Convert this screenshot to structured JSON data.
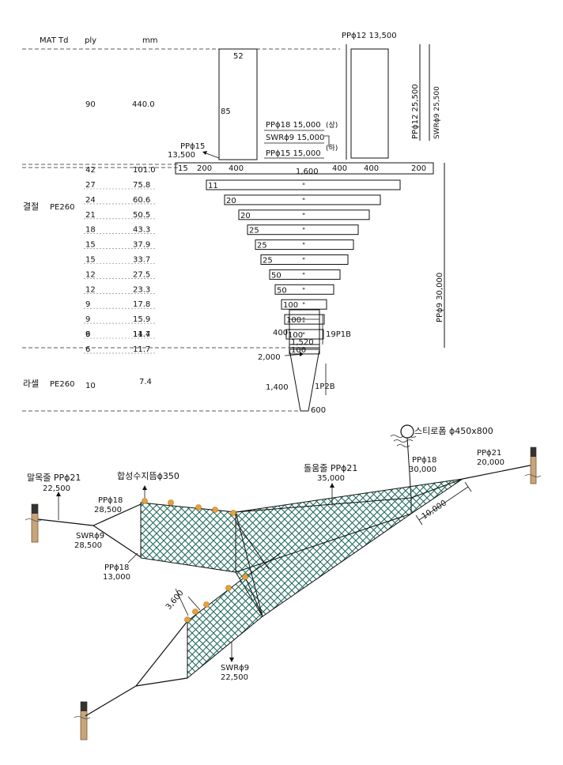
{
  "header": {
    "col_mat": "MAT Td",
    "col_ply": "ply",
    "col_mm": "mm"
  },
  "wing_section": {
    "ply": "90",
    "mm": "440.0",
    "box_top_label": "52",
    "box_side_label": "85",
    "top_right_rope": "PPϕ12 13,500",
    "vertical_rope_1": "PPϕ12 25,500",
    "vertical_rope_2": "SWRϕ9 25,500",
    "rope_pp18": "PPϕ18 15,000",
    "rope_pp18_tag": "(상)",
    "rope_swr9": "SWRϕ9 15,000",
    "rope_pp15": "PPϕ15 15,000",
    "rope_pp15_tag": "(하)",
    "left_rope_a": "PPϕ15",
    "left_rope_b": "13,500"
  },
  "body_section": {
    "material_label": "결절",
    "material": "PE260",
    "top_row_numbers": [
      "15",
      "200",
      "400",
      "1,600",
      "400",
      "400",
      "200"
    ],
    "rows": [
      {
        "ply": "42",
        "mm": "101.0",
        "label": ""
      },
      {
        "ply": "27",
        "mm": "75.8",
        "label": "11"
      },
      {
        "ply": "24",
        "mm": "60.6",
        "label": "20"
      },
      {
        "ply": "21",
        "mm": "50.5",
        "label": "20"
      },
      {
        "ply": "18",
        "mm": "43.3",
        "label": "25"
      },
      {
        "ply": "15",
        "mm": "37.9",
        "label": "25"
      },
      {
        "ply": "15",
        "mm": "33.7",
        "label": "25"
      },
      {
        "ply": "12",
        "mm": "27.5",
        "label": "50"
      },
      {
        "ply": "12",
        "mm": "23.3",
        "label": "50"
      },
      {
        "ply": "9",
        "mm": "17.8",
        "label": "100"
      },
      {
        "ply": "9",
        "mm": "15.9",
        "label": "100"
      },
      {
        "ply": "9",
        "mm": "14.4",
        "label": "100"
      },
      {
        "ply": "6",
        "mm": "11.7",
        "label": "100"
      },
      {
        "ply": "6",
        "mm": "11.7",
        "label": "400"
      }
    ],
    "ditto": "\"",
    "bottom_value": "1,520",
    "side_code": "19P1B",
    "right_rope": "PPϕ9 30,000"
  },
  "cod_section": {
    "material_label": "라셀",
    "material": "PE260",
    "ply": "10",
    "mm": "7.4",
    "top_value": "2,000",
    "left_value": "1,400",
    "code": "1P2B",
    "bottom_value": "600"
  },
  "net_drawing": {
    "buoy": "스티로폼 ϕ450x800",
    "rope_pp18_30000_a": "PPϕ18",
    "rope_pp18_30000_b": "30,000",
    "rope_pp21_20000_a": "PPϕ21",
    "rope_pp21_20000_b": "20,000",
    "drift_rope_a": "돌움줄 PPϕ21",
    "drift_rope_b": "35,000",
    "float_label": "합성수지뜸ϕ350",
    "stake_rope_a": "말목줄 PPϕ21",
    "stake_rope_b": "22,500",
    "pp18_28500_a": "PPϕ18",
    "pp18_28500_b": "28,500",
    "swr9_28500_a": "SWRϕ9",
    "swr9_28500_b": "28,500",
    "pp18_13000_a": "PPϕ18",
    "pp18_13000_b": "13,000",
    "swr9_22500_a": "SWRϕ9",
    "swr9_22500_b": "22,500",
    "dim_3600": "3,600",
    "dim_10000": "10,000",
    "net_color": "#1f6b5c",
    "float_color": "#e8a13a",
    "stake_color": "#c8a47a"
  }
}
